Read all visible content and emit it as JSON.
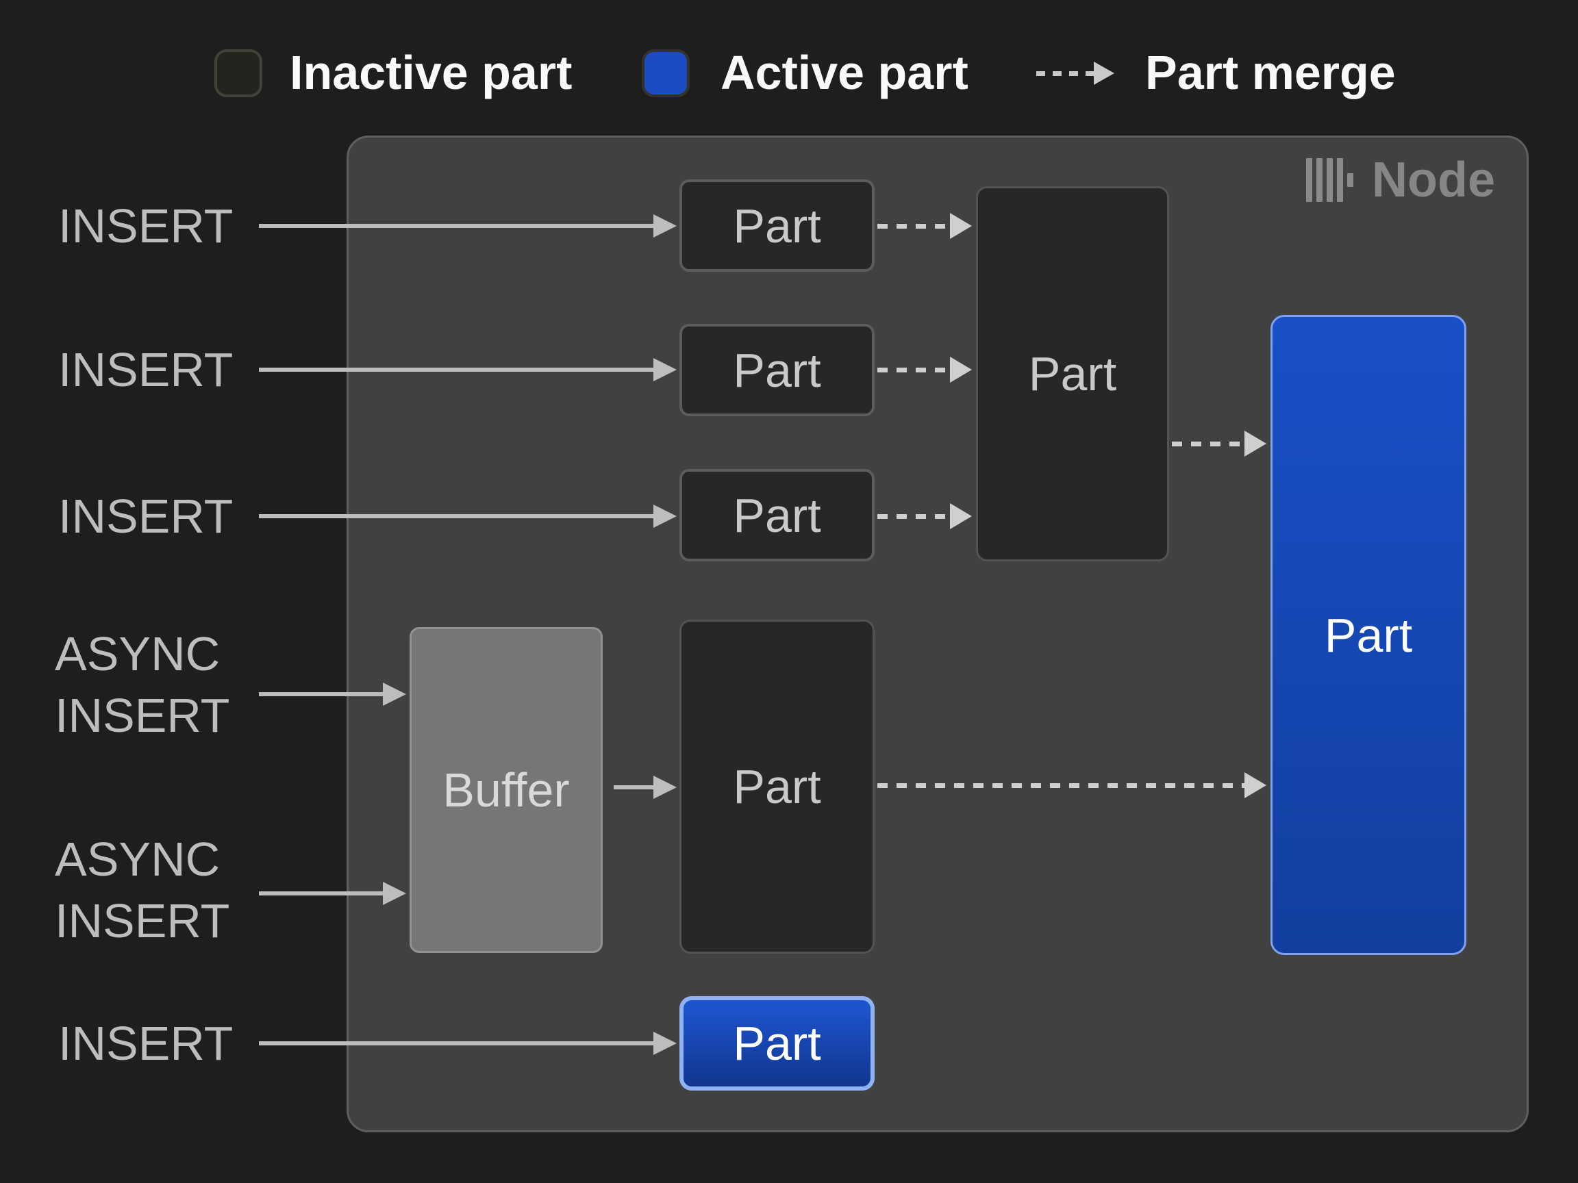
{
  "legend": {
    "inactive_label": "Inactive part",
    "active_label": "Active part",
    "merge_label": "Part merge",
    "inactive_color": "#24241f",
    "active_color": "#1d4cc2"
  },
  "node": {
    "title": "Node"
  },
  "inputs": [
    {
      "label": "INSERT"
    },
    {
      "label": "INSERT"
    },
    {
      "label": "INSERT"
    },
    {
      "label": "ASYNC INSERT"
    },
    {
      "label": "ASYNC INSERT"
    },
    {
      "label": "INSERT"
    }
  ],
  "parts": {
    "part1": "Part",
    "part2": "Part",
    "part3": "Part",
    "merged": "Part",
    "buffer": "Buffer",
    "buffered_part": "Part",
    "active_part": "Part",
    "bottom_part": "Part"
  },
  "colors": {
    "active_part_fill": "#1d4cc2",
    "active_part_border": "#8fb2f4",
    "inactive_part_fill": "#272727",
    "node_fill": "#414141",
    "solid_arrow": "#bdbdbd",
    "dashed_arrow": "#cfcfcf",
    "background": "#1e1e1f"
  }
}
